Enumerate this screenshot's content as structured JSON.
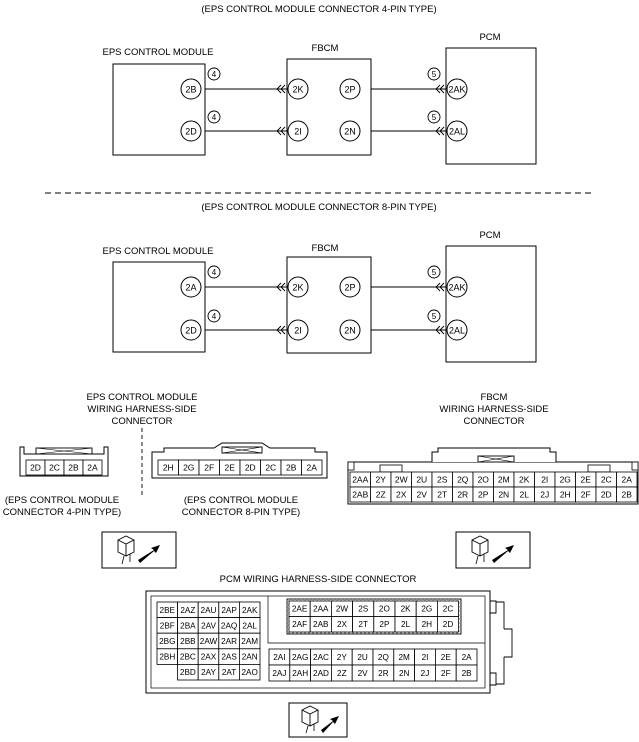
{
  "section_4pin": {
    "title": "(EPS CONTROL MODULE CONNECTOR 4-PIN TYPE)",
    "eps_label": "EPS CONTROL MODULE",
    "fbcm_label": "FBCM",
    "pcm_label": "PCM",
    "eps_pins": [
      "2B",
      "2D"
    ],
    "fbcm_left_pins": [
      "2K",
      "2I"
    ],
    "fbcm_right_pins": [
      "2P",
      "2N"
    ],
    "pcm_pins": [
      "2AK",
      "2AL"
    ],
    "wire_left": [
      "4",
      "4"
    ],
    "wire_right": [
      "5",
      "5"
    ]
  },
  "section_8pin": {
    "title": "(EPS CONTROL MODULE CONNECTOR 8-PIN TYPE)",
    "eps_label": "EPS CONTROL MODULE",
    "fbcm_label": "FBCM",
    "pcm_label": "PCM",
    "eps_pins": [
      "2A",
      "2D"
    ],
    "fbcm_left_pins": [
      "2K",
      "2I"
    ],
    "fbcm_right_pins": [
      "2P",
      "2N"
    ],
    "pcm_pins": [
      "2AK",
      "2AL"
    ],
    "wire_left": [
      "4",
      "4"
    ],
    "wire_right": [
      "5",
      "5"
    ]
  },
  "eps_connector": {
    "heading": [
      "EPS CONTROL MODULE",
      "WIRING HARNESS-SIDE",
      "CONNECTOR"
    ],
    "pins_4": [
      "2D",
      "2C",
      "2B",
      "2A"
    ],
    "caption_4": [
      "(EPS CONTROL MODULE",
      "CONNECTOR 4-PIN TYPE)"
    ],
    "pins_8": [
      "2H",
      "2G",
      "2F",
      "2E",
      "2D",
      "2C",
      "2B",
      "2A"
    ],
    "caption_8": [
      "(EPS CONTROL MODULE",
      "CONNECTOR 8-PIN TYPE)"
    ]
  },
  "fbcm_connector": {
    "heading": [
      "FBCM",
      "WIRING HARNESS-SIDE",
      "CONNECTOR"
    ],
    "rows": [
      [
        "2AA",
        "2Y",
        "2W",
        "2U",
        "2S",
        "2Q",
        "2O",
        "2M",
        "2K",
        "2I",
        "2G",
        "2E",
        "2C",
        "2A"
      ],
      [
        "2AB",
        "2Z",
        "2X",
        "2V",
        "2T",
        "2R",
        "2P",
        "2N",
        "2L",
        "2J",
        "2H",
        "2F",
        "2D",
        "2B"
      ]
    ]
  },
  "pcm_connector": {
    "heading": "PCM WIRING HARNESS-SIDE CONNECTOR",
    "left_block": [
      [
        "2BE",
        "2AZ",
        "2AU",
        "2AP",
        "2AK"
      ],
      [
        "2BF",
        "2BA",
        "2AV",
        "2AQ",
        "2AL"
      ],
      [
        "2BG",
        "2BB",
        "2AW",
        "2AR",
        "2AM"
      ],
      [
        "2BH",
        "2BC",
        "2AX",
        "2AS",
        "2AN"
      ],
      [
        "",
        "2BD",
        "2AY",
        "2AT",
        "2AO"
      ]
    ],
    "top_block": [
      [
        "2AE",
        "2AA",
        "2W",
        "2S",
        "2O",
        "2K",
        "2G",
        "2C"
      ],
      [
        "2AF",
        "2AB",
        "2X",
        "2T",
        "2P",
        "2L",
        "2H",
        "2D"
      ]
    ],
    "bottom_block": [
      [
        "2AI",
        "2AG",
        "2AC",
        "2Y",
        "2U",
        "2Q",
        "2M",
        "2I",
        "2E",
        "2A"
      ],
      [
        "2AJ",
        "2AH",
        "2AD",
        "2Z",
        "2V",
        "2R",
        "2N",
        "2J",
        "2F",
        "2B"
      ]
    ]
  }
}
